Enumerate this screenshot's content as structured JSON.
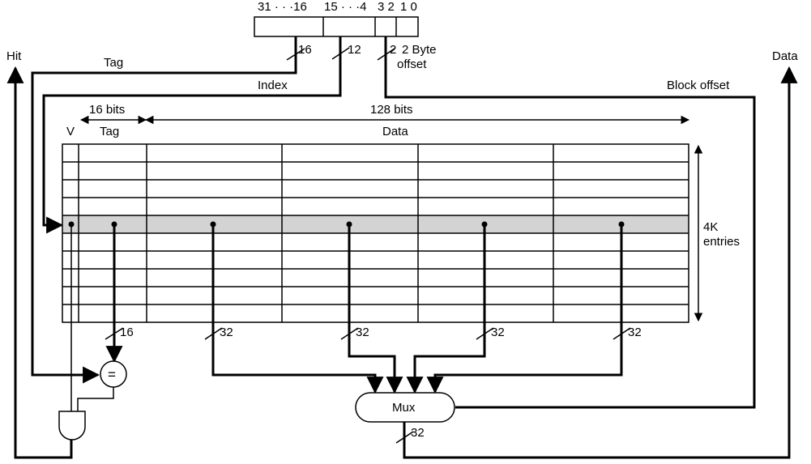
{
  "address": {
    "field_labels": {
      "tag_bits": "31 · · ·16",
      "index_bits": "15 · · ·4",
      "block_bits": "3 2",
      "byte_bits": "1 0"
    }
  },
  "wires": {
    "tag": "Tag",
    "index": "Index",
    "block_offset": "Block offset",
    "byte_offset": "2 Byte\noffset",
    "hit": "Hit",
    "data": "Data"
  },
  "widths": {
    "tag": "16",
    "index": "12",
    "byte_offset": "2",
    "tag_out": "16",
    "word": "32",
    "mux_out": "32"
  },
  "cache": {
    "tag_width_label": "16 bits",
    "data_width_label": "128 bits",
    "valid_header": "V",
    "tag_header": "Tag",
    "data_header": "Data",
    "entries_label": "4K\nentries",
    "highlight_color": "#d3d3d3"
  },
  "blocks": {
    "comparator": "=",
    "mux": "Mux"
  }
}
